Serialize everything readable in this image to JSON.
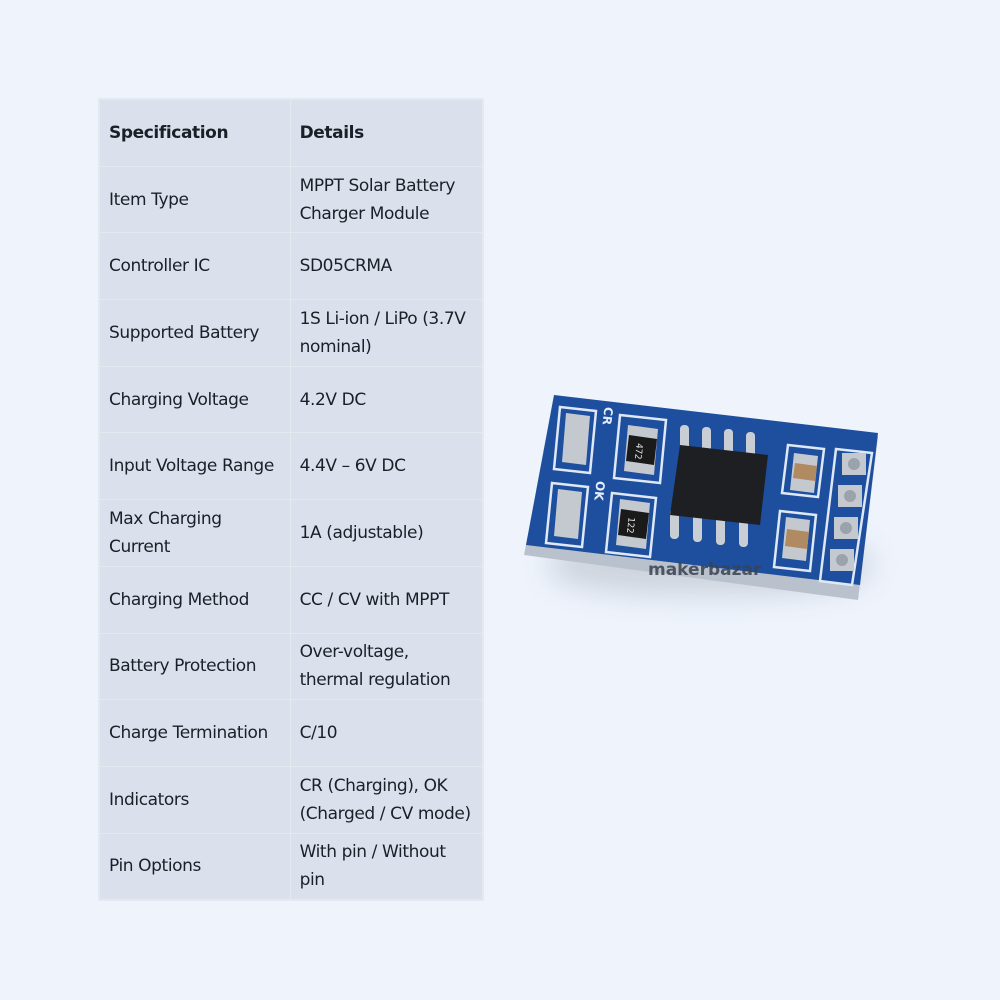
{
  "table": {
    "headers": [
      "Specification",
      "Details"
    ],
    "rows": [
      {
        "spec": "Item Type",
        "details": "MPPT Solar Battery Charger Module"
      },
      {
        "spec": "Controller IC",
        "details": "SD05CRMA"
      },
      {
        "spec": "Supported Battery",
        "details": "1S Li-ion / LiPo (3.7V nominal)"
      },
      {
        "spec": "Charging Voltage",
        "details": "4.2V DC"
      },
      {
        "spec": "Input Voltage Range",
        "details": "4.4V – 6V DC"
      },
      {
        "spec": "Max Charging Current",
        "details": "1A (adjustable)"
      },
      {
        "spec": "Charging Method",
        "details": "CC / CV with MPPT"
      },
      {
        "spec": "Battery Protection",
        "details": "Over-voltage, thermal regulation"
      },
      {
        "spec": "Charge Termination",
        "details": "C/10"
      },
      {
        "spec": "Indicators",
        "details": "CR (Charging), OK (Charged / CV mode)"
      },
      {
        "spec": "Pin Options",
        "details": "With pin / Without pin"
      }
    ]
  },
  "product_image": {
    "silkscreen_labels": [
      "CR",
      "OK"
    ],
    "resistor_codes": [
      "472",
      "122"
    ],
    "watermark": "makerbazar",
    "pcb_color": "#1d4f9e"
  }
}
